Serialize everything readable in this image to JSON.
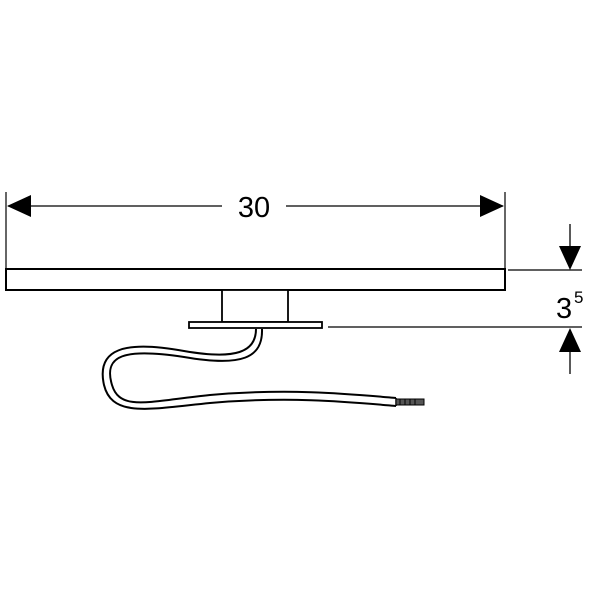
{
  "dimensions": {
    "width_label": "30",
    "height_label": "3",
    "height_label_superscript": "5"
  },
  "colors": {
    "line": "#000000",
    "background": "#ffffff"
  }
}
